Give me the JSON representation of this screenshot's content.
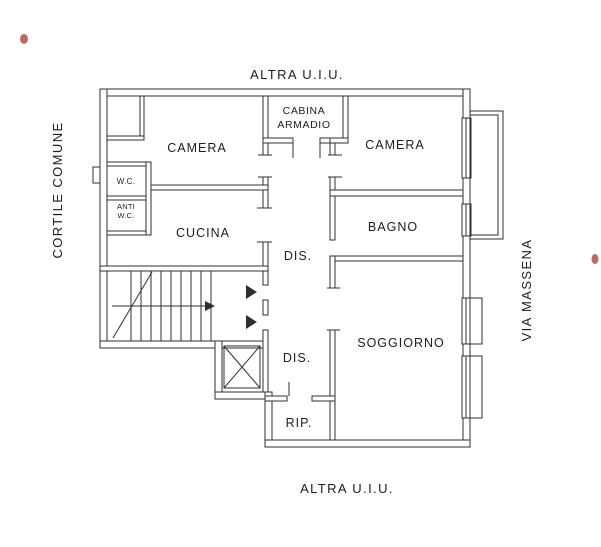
{
  "page": {
    "background": "#ffffff",
    "line_color": "#2f2f2f",
    "artifact_color": "#a03b2c"
  },
  "context_labels": {
    "top": "ALTRA U.I.U.",
    "bottom": "ALTRA U.I.U.",
    "left": "CORTILE COMUNE",
    "right": "VIA MASSENA"
  },
  "rooms": {
    "camera_left": "CAMERA",
    "cabina_armadio_line1": "CABINA",
    "cabina_armadio_line2": "ARMADIO",
    "camera_right": "CAMERA",
    "wc": "W.C.",
    "anti_wc_line1": "ANTI",
    "anti_wc_line2": "W.C.",
    "cucina": "CUCINA",
    "bagno": "BAGNO",
    "disimpegno_upper": "DIS.",
    "disimpegno_lower": "DIS.",
    "soggiorno": "SOGGIORNO",
    "ripostiglio": "RIP."
  }
}
